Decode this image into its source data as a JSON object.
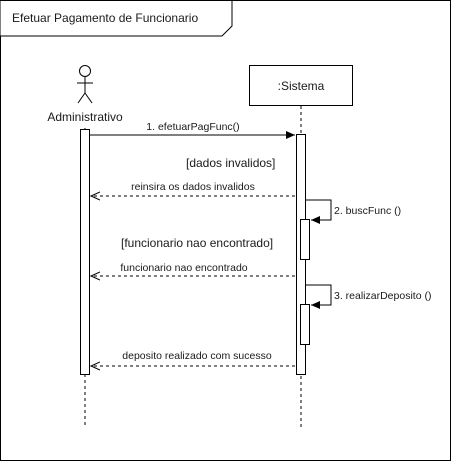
{
  "diagram": {
    "frame_title": "Efetuar Pagamento de Funcionario",
    "actor": {
      "name": "Administrativo"
    },
    "participant": {
      "name": ":Sistema"
    },
    "messages": [
      {
        "label": "1. efetuarPagFunc()",
        "kind": "call"
      },
      {
        "label": "reinsira os dados invalidos",
        "kind": "return"
      },
      {
        "label": "2. buscFunc ()",
        "kind": "self"
      },
      {
        "label": "funcionario nao encontrado",
        "kind": "return"
      },
      {
        "label": "3. realizarDeposito ()",
        "kind": "self"
      },
      {
        "label": "deposito realizado com sucesso",
        "kind": "return"
      }
    ],
    "guards": [
      {
        "label": "[dados invalidos]"
      },
      {
        "label": "[funcionario nao encontrado]"
      }
    ]
  }
}
